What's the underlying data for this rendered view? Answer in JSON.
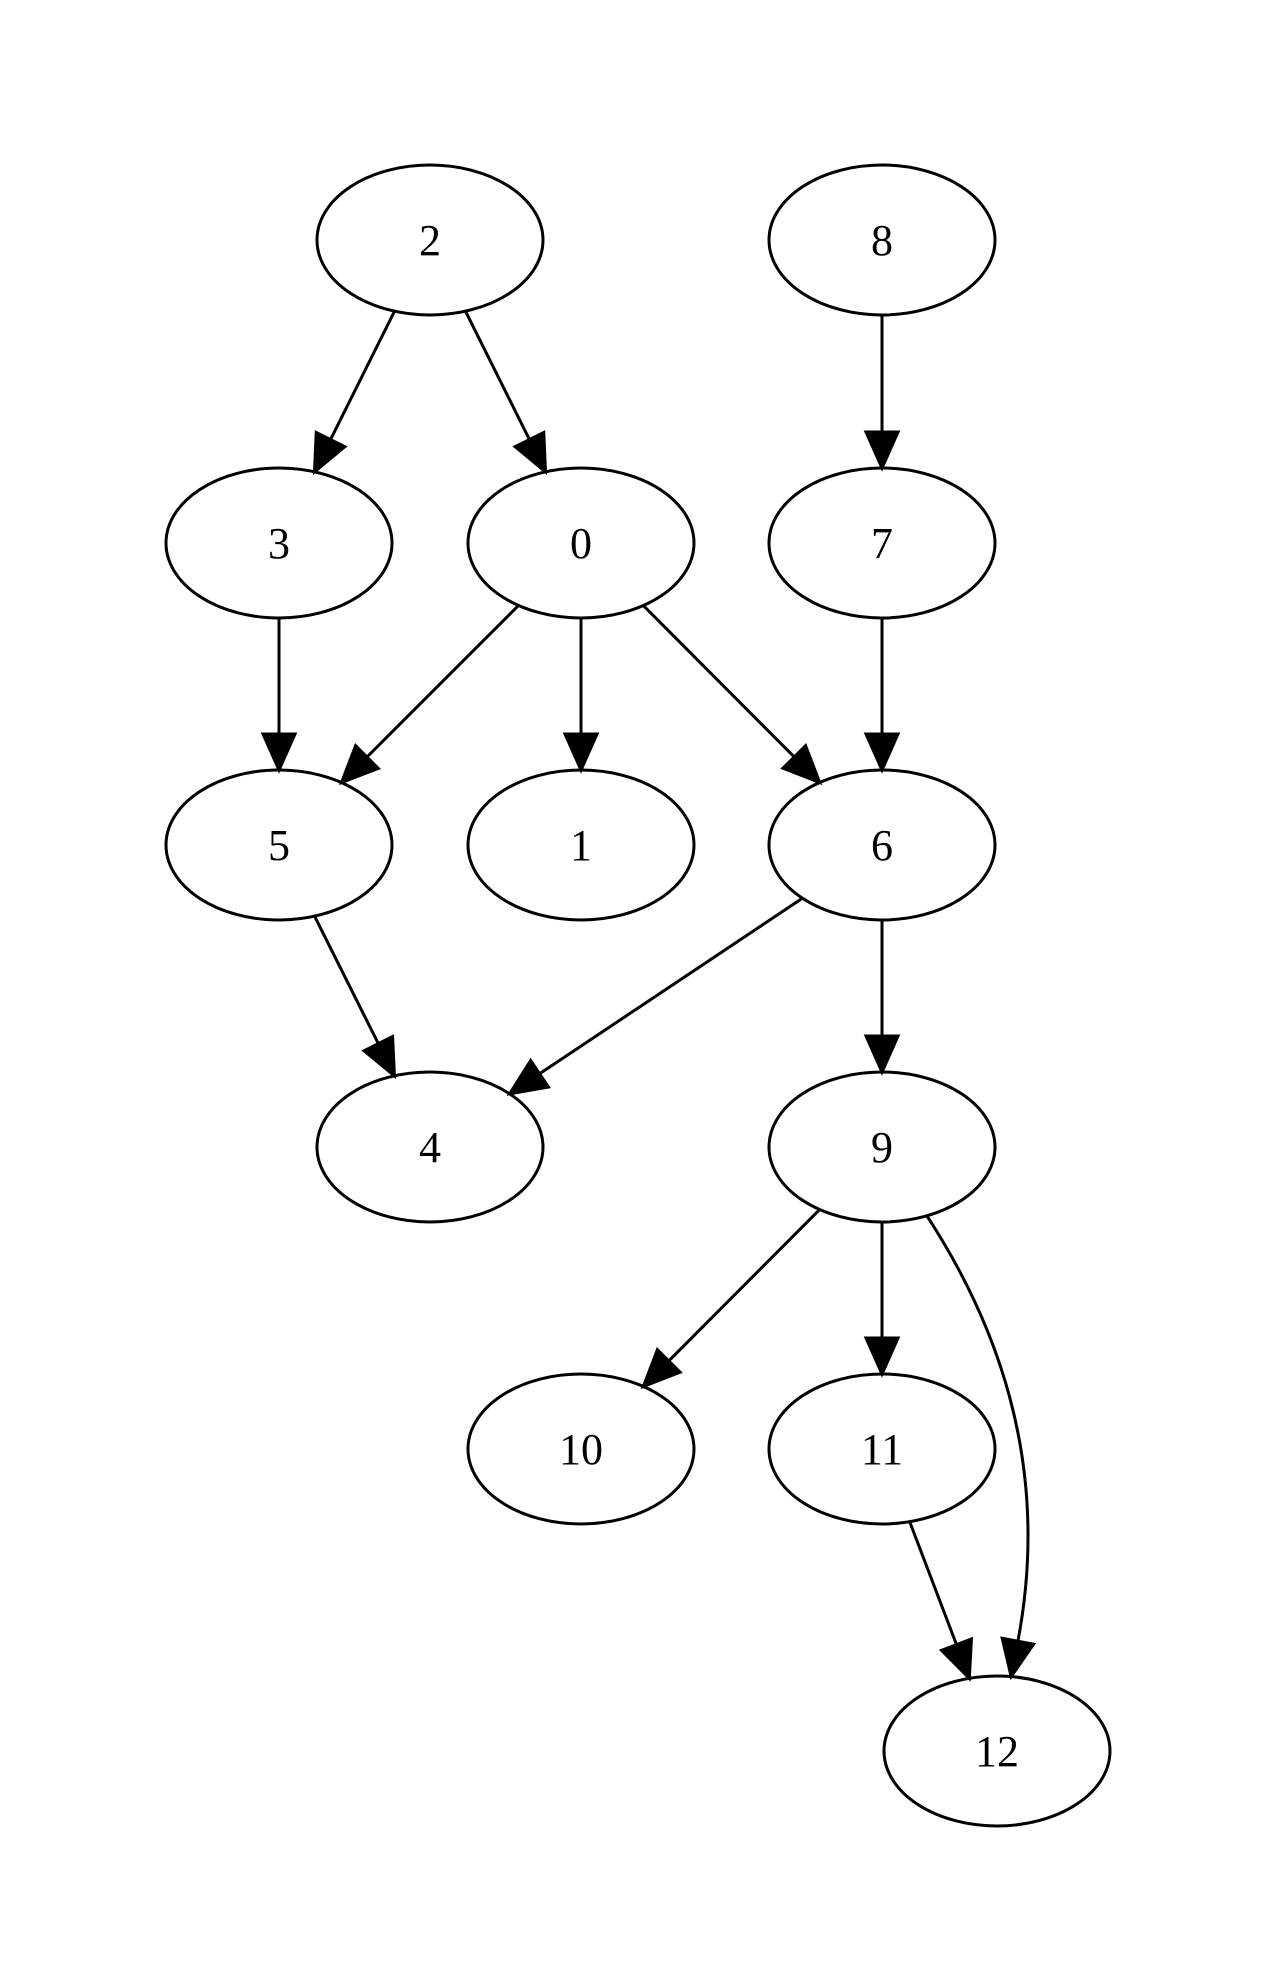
{
  "diagram": {
    "type": "directed-graph",
    "stroke_color": "#000000",
    "background": "#ffffff",
    "nodes": [
      {
        "id": "2",
        "label": "2"
      },
      {
        "id": "8",
        "label": "8"
      },
      {
        "id": "3",
        "label": "3"
      },
      {
        "id": "0",
        "label": "0"
      },
      {
        "id": "7",
        "label": "7"
      },
      {
        "id": "5",
        "label": "5"
      },
      {
        "id": "1",
        "label": "1"
      },
      {
        "id": "6",
        "label": "6"
      },
      {
        "id": "4",
        "label": "4"
      },
      {
        "id": "9",
        "label": "9"
      },
      {
        "id": "10",
        "label": "10"
      },
      {
        "id": "11",
        "label": "11"
      },
      {
        "id": "12",
        "label": "12"
      }
    ],
    "edges": [
      {
        "from": "2",
        "to": "3"
      },
      {
        "from": "2",
        "to": "0"
      },
      {
        "from": "8",
        "to": "7"
      },
      {
        "from": "3",
        "to": "5"
      },
      {
        "from": "0",
        "to": "5"
      },
      {
        "from": "0",
        "to": "1"
      },
      {
        "from": "0",
        "to": "6"
      },
      {
        "from": "7",
        "to": "6"
      },
      {
        "from": "5",
        "to": "4"
      },
      {
        "from": "6",
        "to": "4"
      },
      {
        "from": "6",
        "to": "9"
      },
      {
        "from": "9",
        "to": "10"
      },
      {
        "from": "9",
        "to": "11"
      },
      {
        "from": "9",
        "to": "12"
      },
      {
        "from": "11",
        "to": "12"
      }
    ]
  }
}
